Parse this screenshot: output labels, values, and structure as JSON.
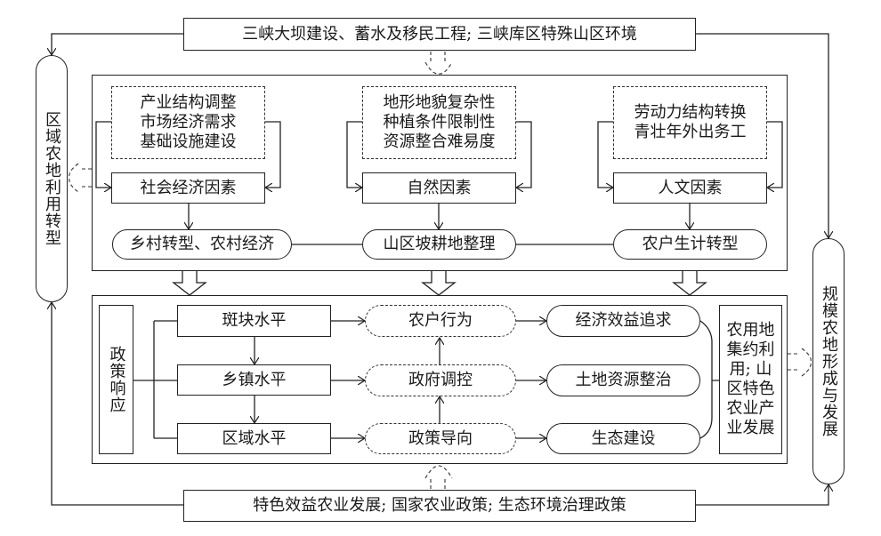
{
  "top_box": "三峡大坝建设、蓄水及移民工程; 三峡库区特殊山区环境",
  "bottom_box": "特色效益农业发展; 国家农业政策; 生态环境治理政策",
  "left_capsule": "区域农地利用转型",
  "right_capsule": "规模农地形成与发展",
  "upper_panel": {
    "columns": [
      {
        "drivers": "产业结构调整\n市场经济需求\n基础设施建设",
        "factor": "社会经济因素",
        "outcome": "乡村转型、农村经济"
      },
      {
        "drivers": "地形地貌复杂性\n种植条件限制性\n资源整合难易度",
        "factor": "自然因素",
        "outcome": "山区坡耕地整理"
      },
      {
        "drivers": "劳动力结构转换\n青壮年外出务工",
        "factor": "人文因素",
        "outcome": "农户生计转型"
      }
    ]
  },
  "lower_panel": {
    "policy_response": "政策响应",
    "levels": [
      "斑块水平",
      "乡镇水平",
      "区域水平"
    ],
    "actors": [
      "农户行为",
      "政府调控",
      "政策导向"
    ],
    "goals": [
      "经济效益追求",
      "土地资源整治",
      "生态建设"
    ],
    "result": "农用地集约利用; 山区特色农业产业发展"
  }
}
